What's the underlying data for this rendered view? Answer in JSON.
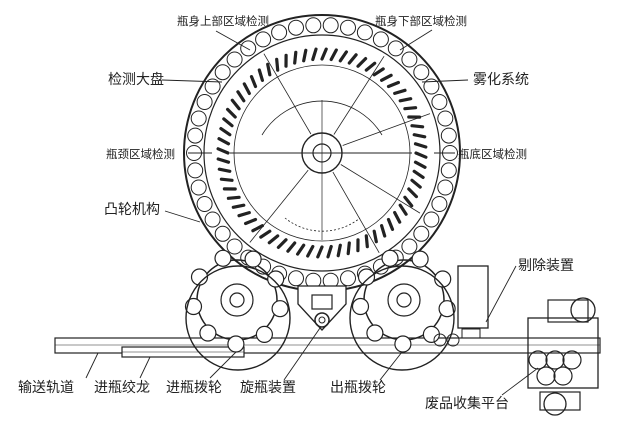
{
  "labels": {
    "upper_region": "瓶身上部区域检测",
    "lower_region": "瓶身下部区域检测",
    "big_disc": "检测大盘",
    "atomizer": "雾化系统",
    "neck_region": "瓶颈区域检测",
    "bottom_region": "瓶底区域检测",
    "cam": "凸轮机构",
    "reject": "剔除装置",
    "conveyor": "输送轨道",
    "screw": "进瓶绞龙",
    "infeed_wheel": "进瓶拨轮",
    "rotator": "旋瓶装置",
    "outfeed_wheel": "出瓶拨轮",
    "waste": "废品收集平台"
  },
  "colors": {
    "ink": "#222222",
    "paper": "#ffffff"
  }
}
